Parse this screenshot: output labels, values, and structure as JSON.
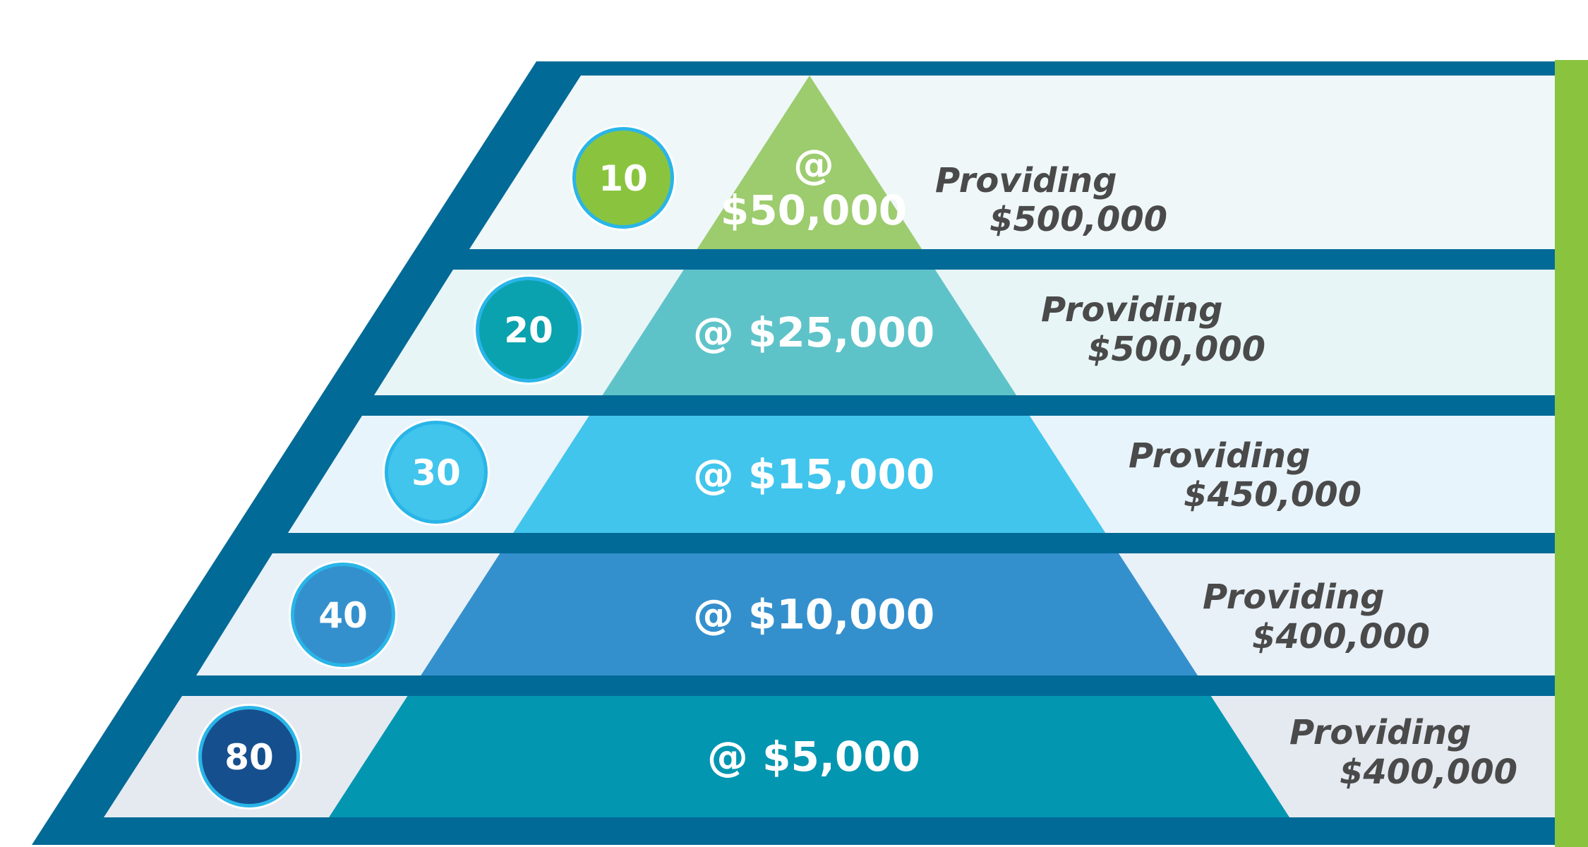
{
  "colors": {
    "frame": "#016a97",
    "right_bar": "#8ac43f",
    "provide_text": "#4a4a4a"
  },
  "tiers": [
    {
      "count": "10",
      "price_lines": [
        "@",
        "$50,000"
      ],
      "providing_label": "Providing",
      "providing_amount": "$500,000",
      "band_fill": "#eff7f9",
      "triangle_fill": "#9ccc6e",
      "circle_fill": "#8ac43f"
    },
    {
      "count": "20",
      "price_lines": [
        "@ $25,000"
      ],
      "providing_label": "Providing",
      "providing_amount": "$500,000",
      "band_fill": "#e8f5f6",
      "triangle_fill": "#5ec3c9",
      "circle_fill": "#0aa2ae"
    },
    {
      "count": "30",
      "price_lines": [
        "@ $15,000"
      ],
      "providing_label": "Providing",
      "providing_amount": "$450,000",
      "band_fill": "#e8f4fb",
      "triangle_fill": "#41c5ec",
      "circle_fill": "#41c5ec"
    },
    {
      "count": "40",
      "price_lines": [
        "@ $10,000"
      ],
      "providing_label": "Providing",
      "providing_amount": "$400,000",
      "band_fill": "#e8f1f8",
      "triangle_fill": "#3490cd",
      "circle_fill": "#3490cd"
    },
    {
      "count": "80",
      "price_lines": [
        "@ $5,000"
      ],
      "providing_label": "Providing",
      "providing_amount": "$400,000",
      "band_fill": "#e5eaf1",
      "triangle_fill": "#0396b1",
      "circle_fill": "#164f8e"
    }
  ]
}
